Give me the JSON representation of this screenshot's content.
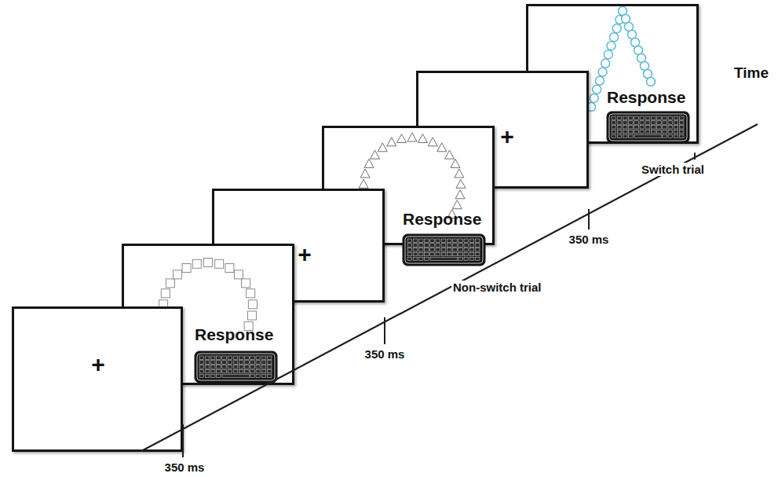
{
  "diagram": {
    "nodes": [
      {
        "text": [
          "+"
        ]
      },
      {
        "text": [
          "Response"
        ]
      },
      {
        "text": [
          "+"
        ]
      },
      {
        "text": [
          "Response"
        ]
      },
      {
        "text": [
          "+"
        ]
      },
      {
        "text": [
          "Response"
        ]
      }
    ],
    "labels": [
      "350 ms",
      "350 ms",
      "Non-switch trial",
      "350 ms",
      "Switch trial",
      "Time"
    ]
  }
}
